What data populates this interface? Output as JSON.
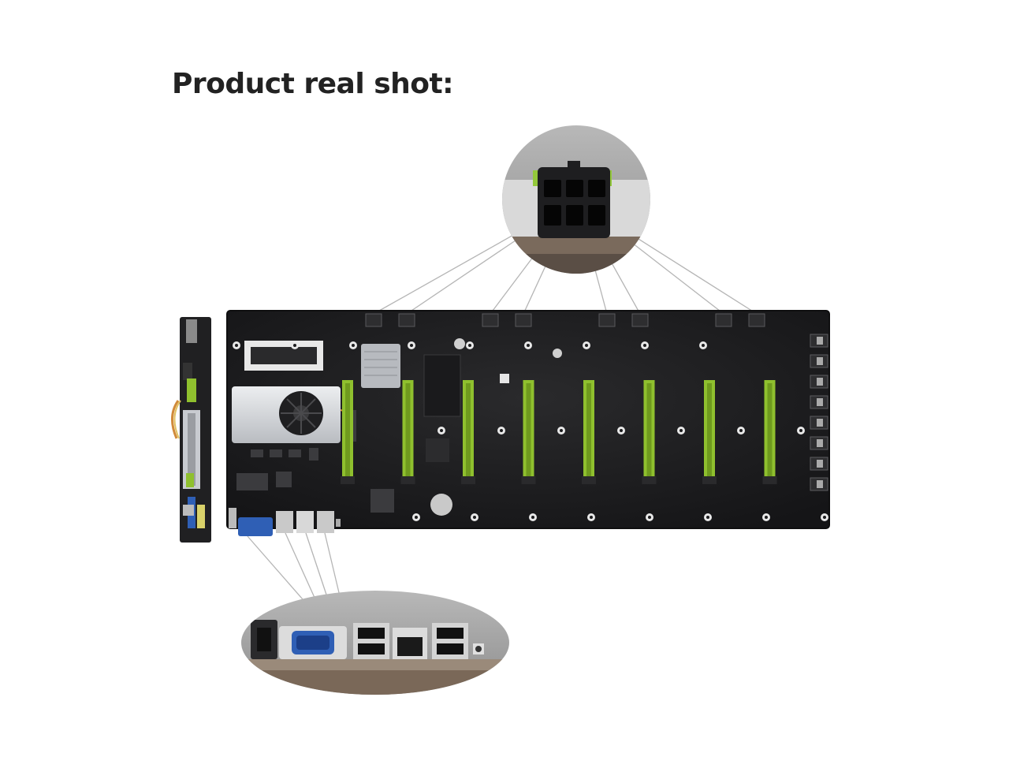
{
  "page": {
    "title": "Product real shot:"
  },
  "palette": {
    "board": "#1c1c1e",
    "slot_green": "#8fc02e",
    "callout_grey": "#a6a6a6",
    "leader_line": "#b5b5b5",
    "vga_blue": "#2f5fb5",
    "heatsink": "#d6d8dc"
  },
  "product": {
    "pcie_slot_count": 8,
    "six_pin_power_connector_count": 8,
    "side_fan_header_count": 8,
    "rear_io_ports": [
      "hdmi-port",
      "vga-port",
      "usb-port-pair",
      "ethernet-port",
      "usb-port-pair",
      "power-button"
    ]
  }
}
